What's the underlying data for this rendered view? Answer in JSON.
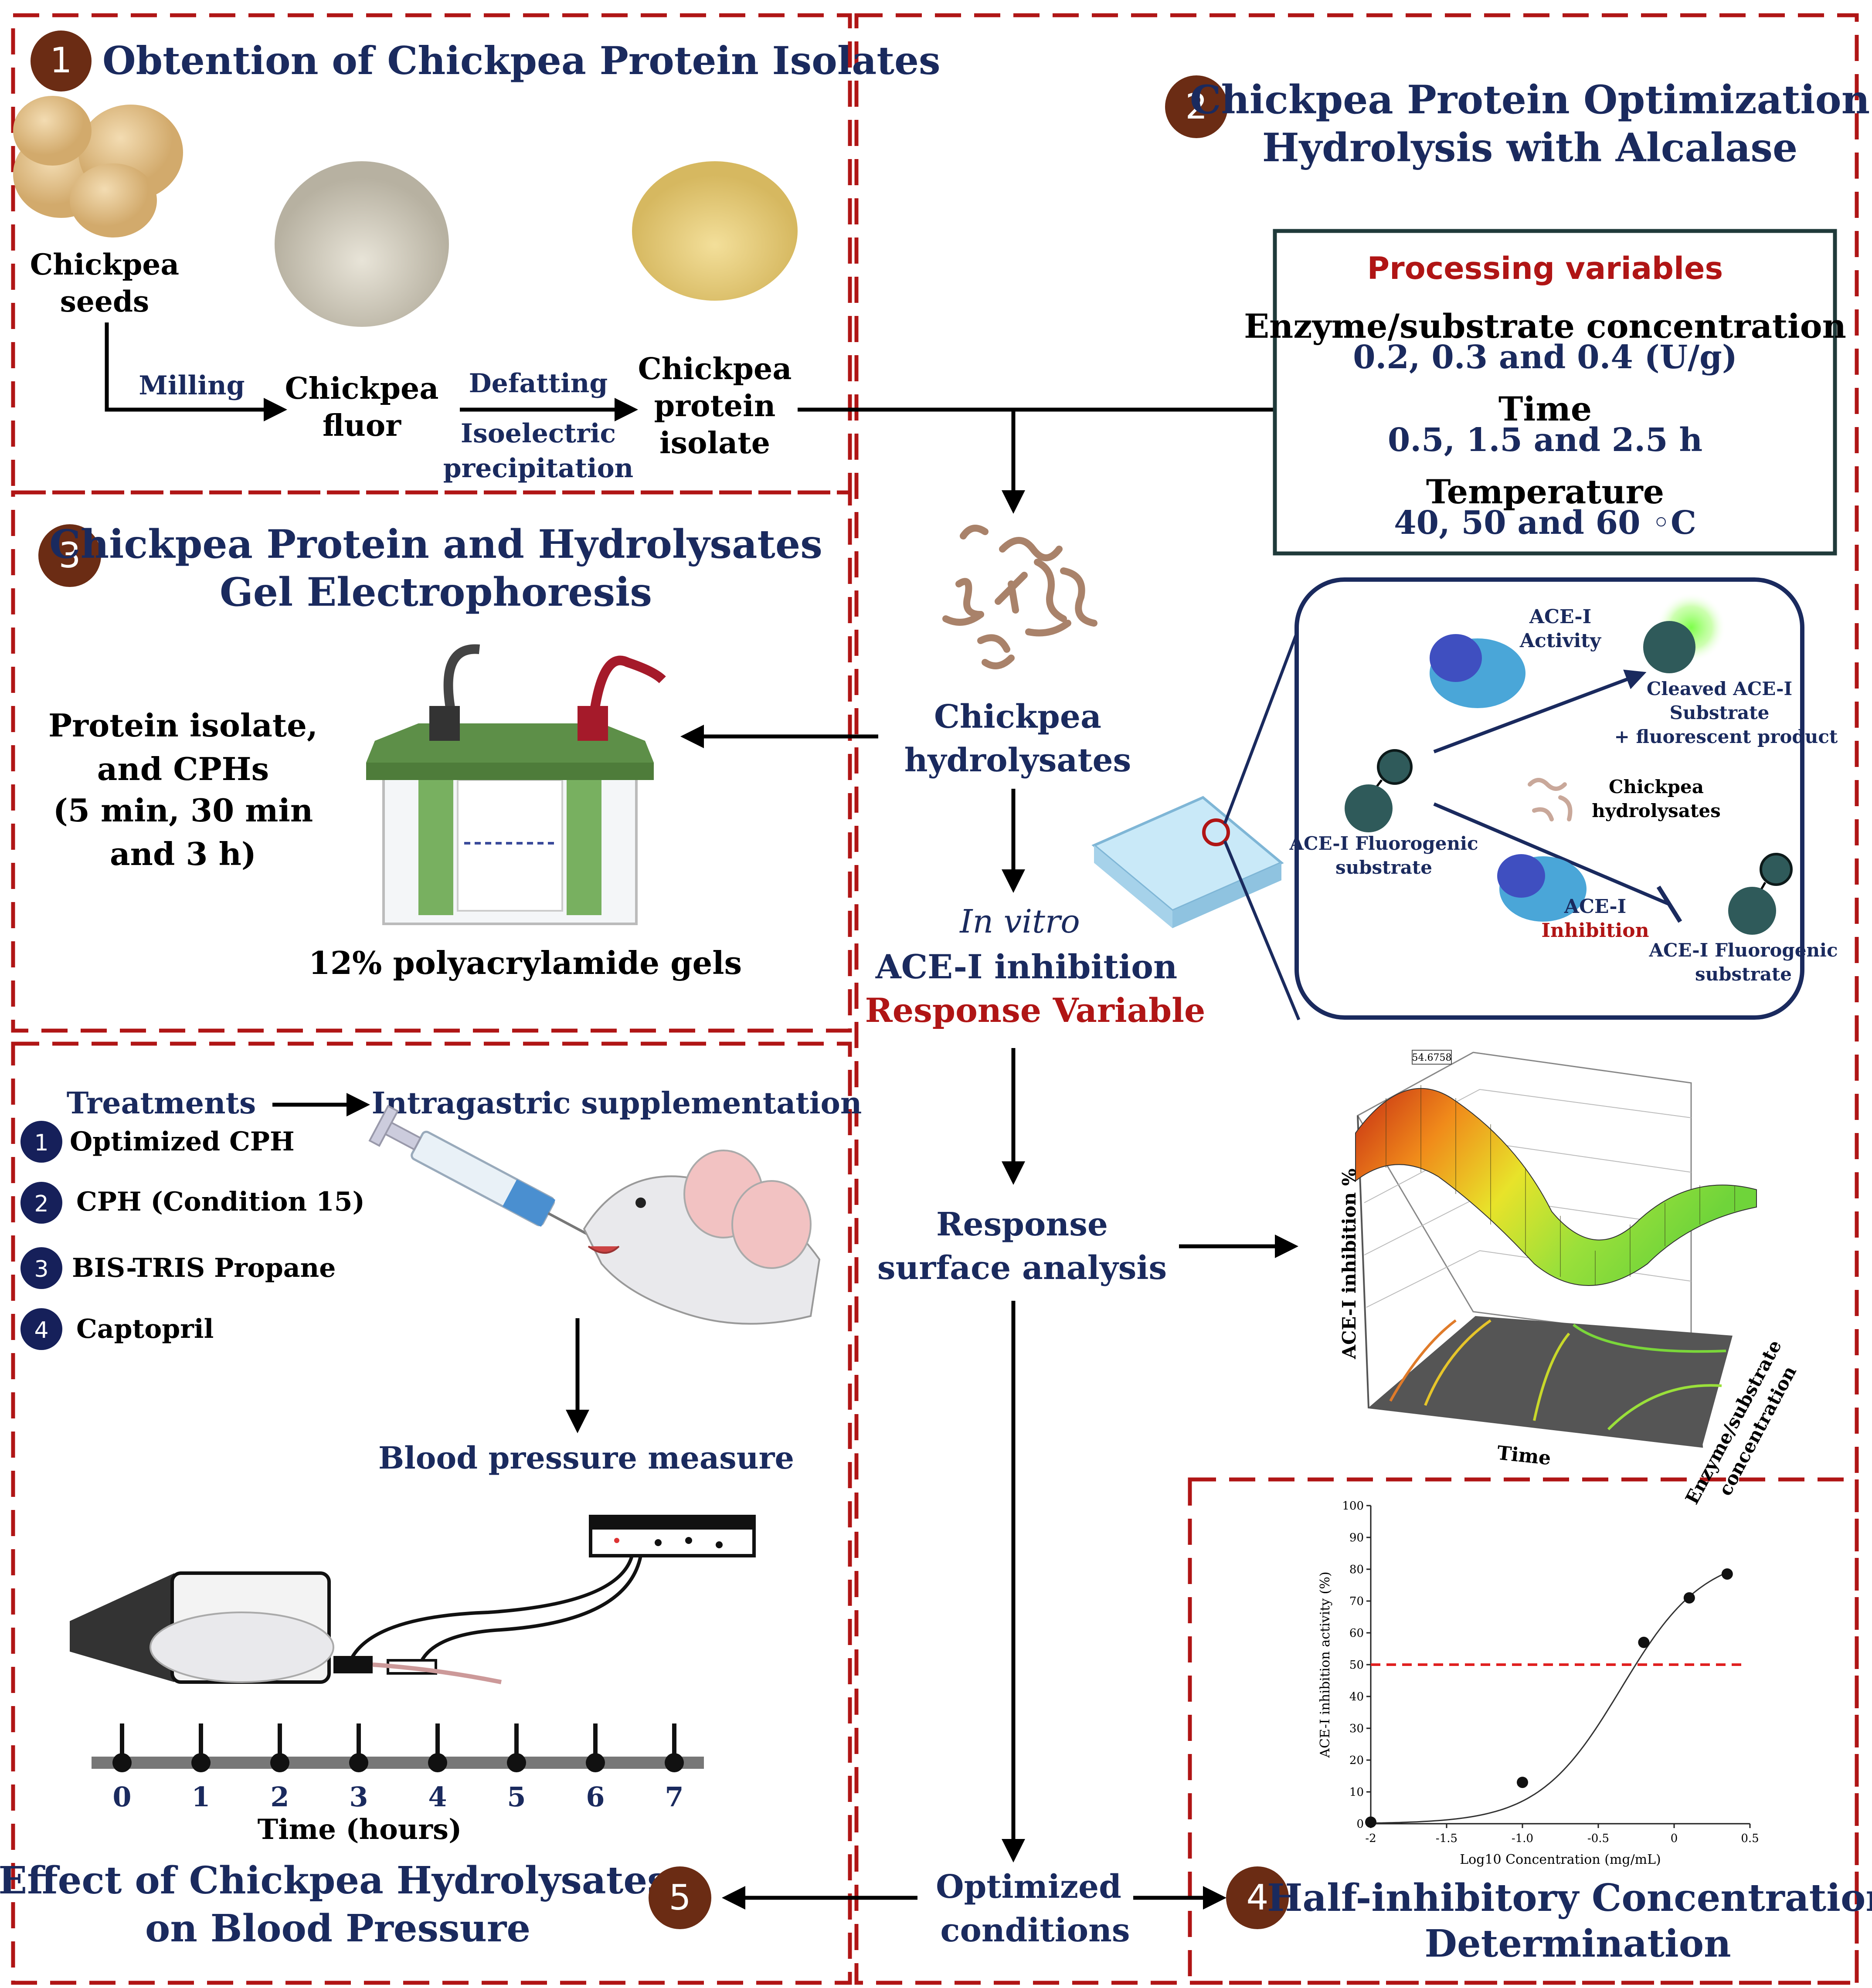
{
  "colors": {
    "navy": "#1a2a5e",
    "red": "#b01515",
    "brown": "#6b2c14",
    "dash": "#b01515",
    "boxborder": "#1f3a3a"
  },
  "s1": {
    "num": "1",
    "title": "Obtention of Chickpea Protein Isolates",
    "seeds": [
      "Chickpea",
      "seeds"
    ],
    "milling": "Milling",
    "flour": [
      "Chickpea",
      "fluor"
    ],
    "defatting": "Defatting",
    "iso": [
      "Isoelectric",
      "precipitation"
    ],
    "isolate": [
      "Chickpea",
      "protein",
      "isolate"
    ]
  },
  "s2": {
    "num": "2",
    "title": [
      "Chickpea Protein Optimization",
      "Hydrolysis with Alcalase"
    ],
    "pv_title": "Processing variables",
    "enz": "Enzyme/substrate concentration",
    "enz_v": "0.2, 0.3 and 0.4 (U/g)",
    "time": "Time",
    "time_v": "0.5, 1.5 and 2.5 h",
    "temp": "Temperature",
    "temp_v": "40, 50 and 60 ◦C"
  },
  "s3": {
    "num": "3",
    "title": [
      "Chickpea Protein and Hydrolysates",
      "Gel Electrophoresis"
    ],
    "samples": [
      "Protein isolate,",
      "and CPHs",
      "(5 min, 30 min",
      "and 3 h)"
    ],
    "gel": "12% polyacrylamide gels"
  },
  "center": {
    "hydro": [
      "Chickpea",
      "hydrolysates"
    ],
    "invitro": "In vitro",
    "ace": "ACE-I inhibition",
    "resp": "Response Variable",
    "rsa": [
      "Response",
      "surface analysis"
    ],
    "opt": [
      "Optimized",
      "conditions"
    ]
  },
  "assay": {
    "act": [
      "ACE-I",
      "Activity"
    ],
    "cleaved": [
      "Cleaved ACE-I",
      "Substrate",
      "+ fluorescent product"
    ],
    "hyd": [
      "Chickpea",
      "hydrolysates"
    ],
    "fluor1": [
      "ACE-I Fluorogenic",
      "substrate"
    ],
    "inh": "ACE-I",
    "inh2": "Inhibition",
    "fluor2": [
      "ACE-I Fluorogenic",
      "substrate"
    ]
  },
  "surface": {
    "ylabel": "ACE-I inhibition %",
    "xlabel": "Time",
    "zlabel": [
      "Enzyme/substrate",
      "concentration"
    ],
    "peak": "54.6758"
  },
  "s4": {
    "num": "4",
    "title": [
      "Half-inhibitory Concentration",
      "Determination"
    ]
  },
  "s5": {
    "num": "5",
    "title": [
      "Effect of Chickpea Hydrolysates",
      "on Blood Pressure"
    ],
    "treat": "Treatments",
    "intra": "Intragastric supplementation",
    "t1": "Optimized CPH",
    "t2": "CPH  (Condition 15)",
    "t3": "BIS-TRIS Propane",
    "t4": "Captopril",
    "bp": "Blood pressure measure",
    "hours_label": "Time (hours)",
    "ticks": [
      "0",
      "1",
      "2",
      "3",
      "4",
      "5",
      "6",
      "7"
    ]
  },
  "chart_data": {
    "type": "scatter",
    "xlabel": "Log10 Concentration (mg/mL)",
    "ylabel": "ACE-I inhibition activity (%)",
    "xlim": [
      -2,
      0.5
    ],
    "ylim": [
      0,
      100
    ],
    "xticks": [
      "-2",
      "-1.5",
      "-1.0",
      "-0.5",
      "0",
      "0.5"
    ],
    "yticks": [
      "0",
      "10",
      "20",
      "30",
      "40",
      "50",
      "60",
      "70",
      "80",
      "90",
      "100"
    ],
    "points": [
      {
        "x": -2.0,
        "y": 0.5
      },
      {
        "x": -1.0,
        "y": 13
      },
      {
        "x": -0.2,
        "y": 57
      },
      {
        "x": 0.1,
        "y": 71
      },
      {
        "x": 0.35,
        "y": 78.5
      }
    ],
    "reference_line_y": 50
  }
}
